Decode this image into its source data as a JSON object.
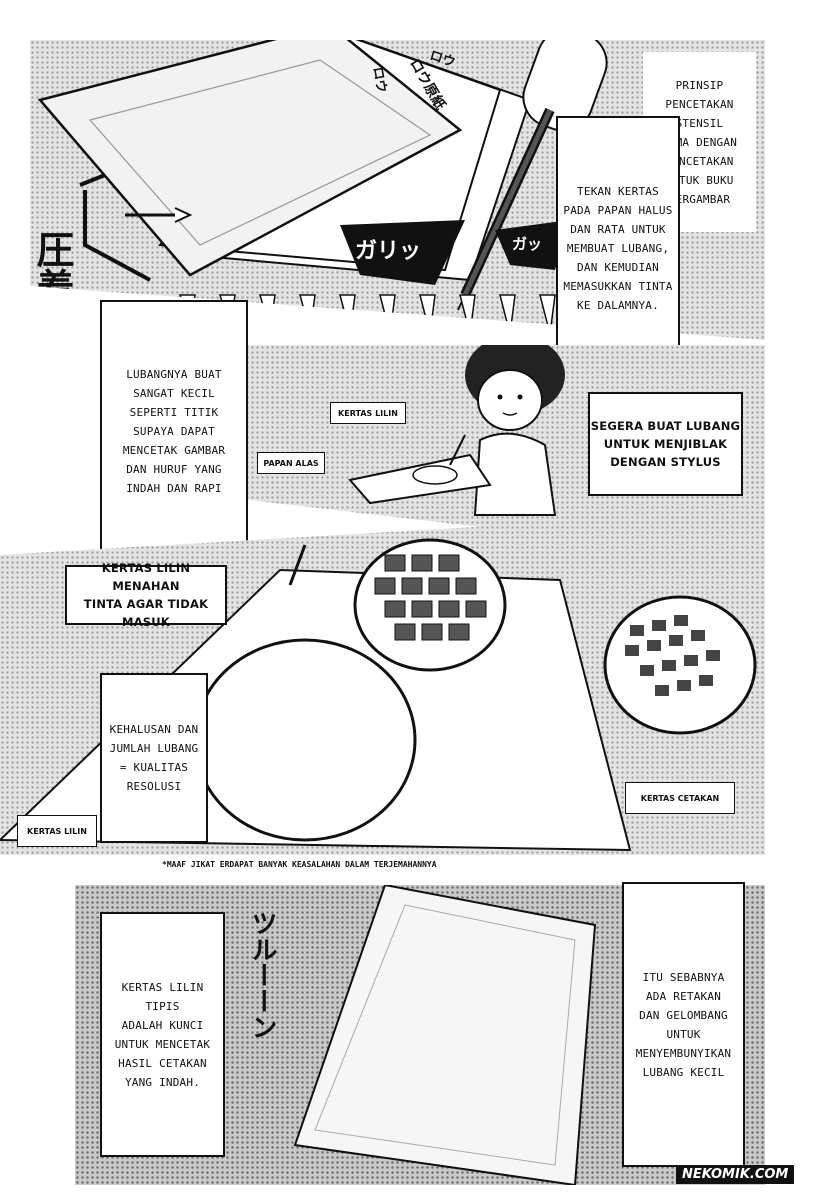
{
  "panel1": {
    "sfx_press": "圧着",
    "sheet_labels": [
      "ロウ",
      "ロウ原紙",
      "ロウ"
    ],
    "sfx_scratch_1": "ガリッ",
    "sfx_scratch_2": "ガッ",
    "caption_principle": "PRINSIP\nPENCETAKAN\nSTENSIL\nSAMA DENGAN\nPENCETAKAN\nUNTUK BUKU\nBERGAMBAR",
    "caption_press": "TEKAN KERTAS\nPADA PAPAN HALUS\nDAN RATA UNTUK\nMEMBUAT LUBANG,\nDAN KEMUDIAN\nMEMASUKKAN TINTA\nKE DALAMNYA."
  },
  "panel2": {
    "caption_holes": "LUBANGNYA BUAT\nSANGAT KECIL\nSEPERTI TITIK\nSUPAYA DAPAT\nMENCETAK GAMBAR\nDAN HURUF YANG\nINDAH DAN RAPI",
    "label_wax_paper": "KERTAS LILIN",
    "label_base_board": "PAPAN ALAS",
    "speech_stylus": "SEGERA BUAT LUBANG\nUNTUK MENJIBLAK\nDENGAN STYLUS"
  },
  "panel3": {
    "caption_ink": "KERTAS LILIN MENAHAN\nTINTA AGAR TIDAK MASUK",
    "caption_resolution": "KEHALUSAN DAN\nJUMLAH LUBANG\n= KUALITAS\nRESOLUSI",
    "label_wax_paper": "KERTAS LILIN",
    "label_print_paper": "KERTAS CETAKAN"
  },
  "translator_note": "*MAAF JIKAT ERDAPAT BANYAK KEASALAHAN DALAM TERJEMAHANNYA",
  "panel4": {
    "caption_thin": "KERTAS LILIN TIPIS\nADALAH KUNCI\nUNTUK MENCETAK\nHASIL CETAKAN\nYANG INDAH.",
    "sfx_slide": "ツルーーン",
    "caption_cracks": "ITU SEBABNYA\nADA RETAKAN\nDAN GELOMBANG\nUNTUK\nMENYEMBUNYIKAN\nLUBANG KECIL"
  },
  "credit": "NEKOMIK.COM"
}
